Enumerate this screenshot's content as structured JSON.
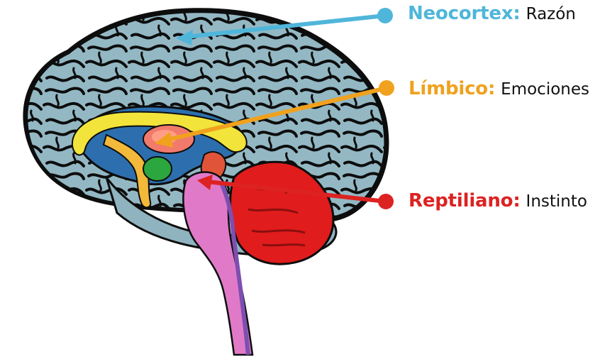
{
  "labels": [
    {
      "key": "neocortex",
      "title": "Neocortex:",
      "desc": "Razón",
      "color": "#4fb6da"
    },
    {
      "key": "limbico",
      "title": "Límbico:",
      "desc": "Emociones",
      "color": "#f0a11e"
    },
    {
      "key": "reptiliano",
      "title": "Reptiliano:",
      "desc": "Instinto",
      "color": "#dd2222"
    }
  ],
  "colors": {
    "brain_outer": "#8fb3bf",
    "sulci": "#0d0d0d",
    "gyri": "#9cc0cc",
    "corpus_callosum": "#f2e43a",
    "deep_blue": "#2d6fae",
    "thalamus": "#f17a6d",
    "amygdala": "#2ca63e",
    "cerebellum": "#e01c1c",
    "brainstem": "#e07ac8",
    "brainstem_edge": "#7d4fb0"
  }
}
